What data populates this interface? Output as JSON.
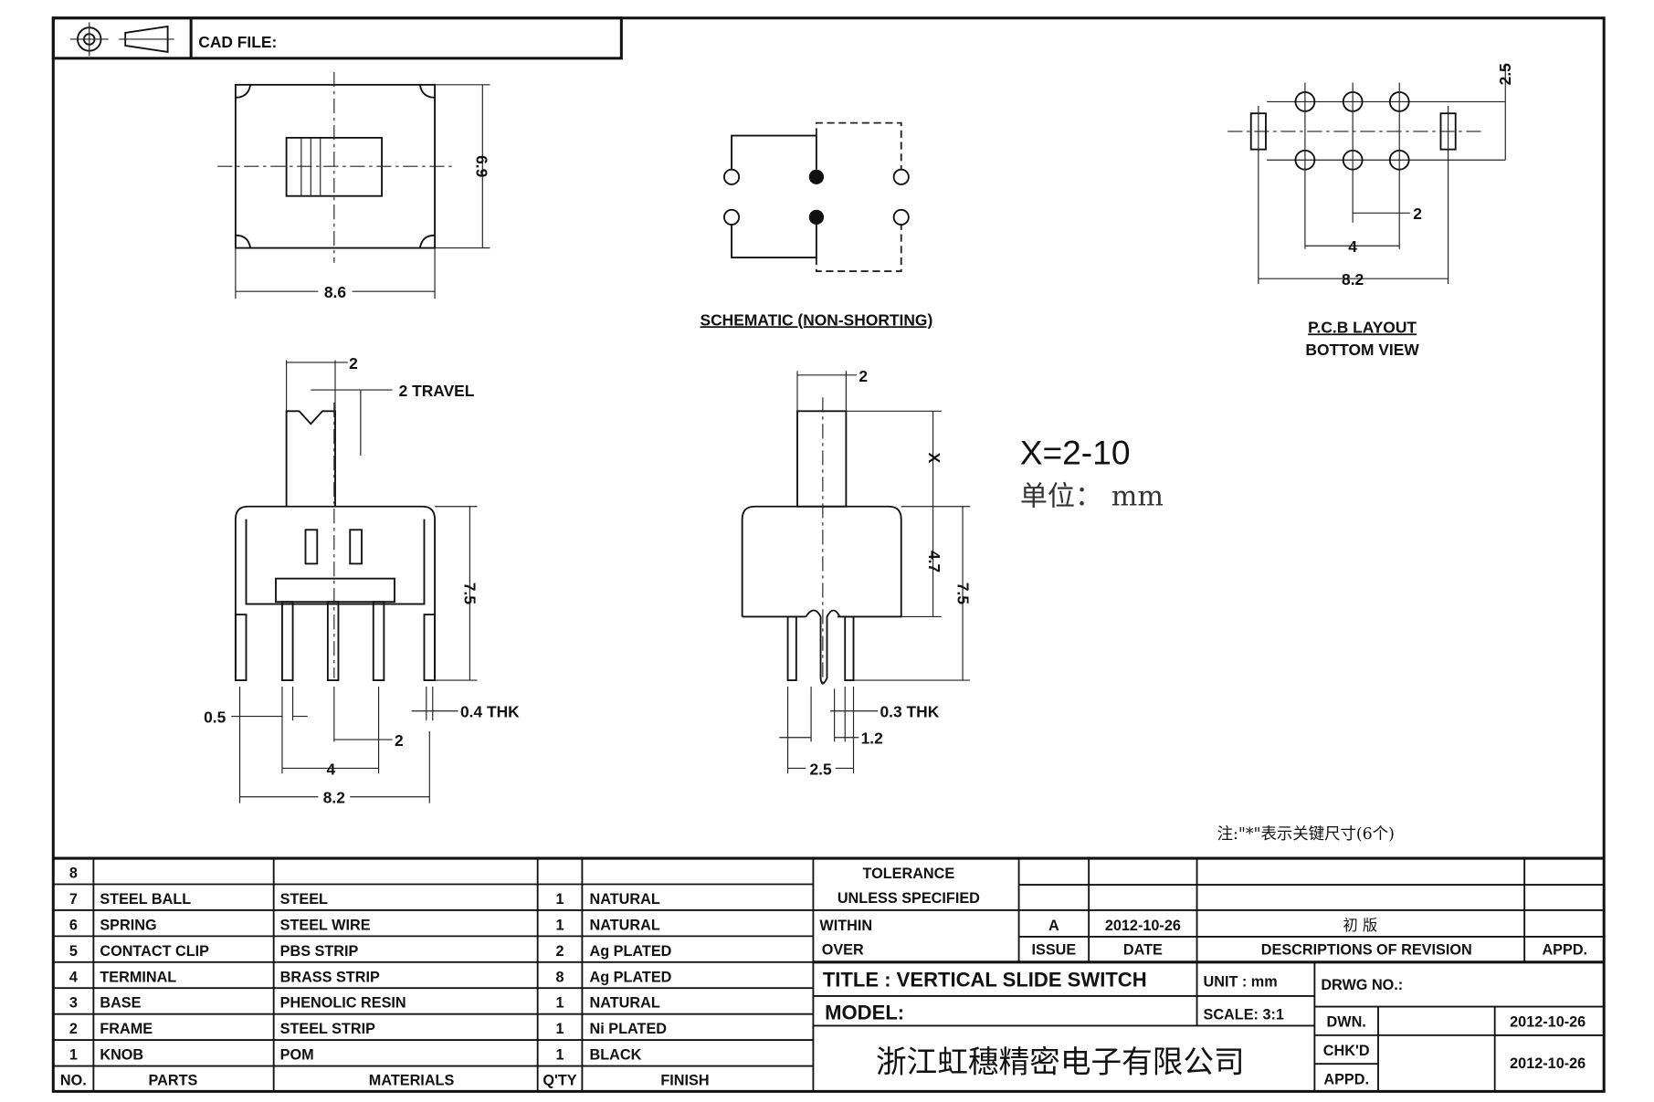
{
  "header": {
    "cad_file_label": "CAD FILE:",
    "icons": [
      "projection-symbol-icon"
    ]
  },
  "top_view": {
    "width_dim": "8.6",
    "height_dim": "6.9"
  },
  "schematic": {
    "label": "SCHEMATIC (NON-SHORTING)"
  },
  "pcb_layout": {
    "label_line1": "P.C.B LAYOUT",
    "label_line2": "BOTTOM VIEW",
    "dim_row_pitch": "2.5",
    "dim_pitch": "2",
    "dim_span": "4",
    "dim_total": "8.2"
  },
  "front_view": {
    "dim_knob": "2",
    "dim_travel": "2 TRAVEL",
    "dim_height": "7.5",
    "dim_pin_width": "0.5",
    "dim_thickness": "0.4 THK",
    "dim_pitch": "2",
    "dim_span": "4",
    "dim_total": "8.2"
  },
  "side_view": {
    "dim_knob": "2",
    "dim_x": "X",
    "dim_body": "4.7",
    "dim_height": "7.5",
    "dim_thickness": "0.3 THK",
    "dim_gap": "1.2",
    "dim_total": "2.5"
  },
  "notes": {
    "x_range": "X=2-10",
    "unit": "单位： mm",
    "key_dims": "注:\"*\"表示关键尺寸(6个)"
  },
  "bom": {
    "headers": [
      "NO.",
      "PARTS",
      "MATERIALS",
      "Q'TY",
      "FINISH"
    ],
    "rows": [
      {
        "no": "8",
        "part": "",
        "material": "",
        "qty": "",
        "finish": ""
      },
      {
        "no": "7",
        "part": "STEEL BALL",
        "material": "STEEL",
        "qty": "1",
        "finish": "NATURAL"
      },
      {
        "no": "6",
        "part": "SPRING",
        "material": "STEEL WIRE",
        "qty": "1",
        "finish": "NATURAL"
      },
      {
        "no": "5",
        "part": "CONTACT CLIP",
        "material": "PBS STRIP",
        "qty": "2",
        "finish": "Ag PLATED"
      },
      {
        "no": "4",
        "part": "TERMINAL",
        "material": "BRASS STRIP",
        "qty": "8",
        "finish": "Ag PLATED"
      },
      {
        "no": "3",
        "part": "BASE",
        "material": "PHENOLIC RESIN",
        "qty": "1",
        "finish": "NATURAL"
      },
      {
        "no": "2",
        "part": "FRAME",
        "material": "STEEL STRIP",
        "qty": "1",
        "finish": "Ni PLATED"
      },
      {
        "no": "1",
        "part": "KNOB",
        "material": "POM",
        "qty": "1",
        "finish": "BLACK"
      }
    ]
  },
  "title_block": {
    "tolerance_line1": "TOLERANCE",
    "tolerance_line2": "UNLESS  SPECIFIED",
    "within": "WITHIN",
    "over": "OVER",
    "revision": {
      "issue": "A",
      "date": "2012-10-26",
      "description": "初 版"
    },
    "rev_headers": {
      "issue": "ISSUE",
      "date": "DATE",
      "description": "DESCRIPTIONS OF REVISION",
      "appd": "APPD."
    },
    "title": "TITLE :  VERTICAL SLIDE SWITCH",
    "unit": "UNIT :  mm",
    "drawing_no": "DRWG NO.:",
    "model": "MODEL:",
    "scale": "SCALE:  3:1",
    "company": "浙江虹穗精密电子有限公司",
    "dwn_label": "DWN.",
    "dwn_date": "2012-10-26",
    "chkd_label": "CHK'D",
    "appd_label": "APPD.",
    "chkd_date": "2012-10-26"
  }
}
